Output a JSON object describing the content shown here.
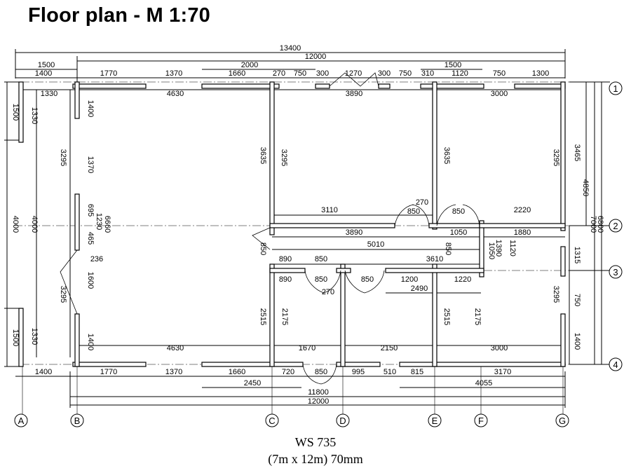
{
  "title": "Floor plan - M 1:70",
  "model": "WS 735",
  "model_spec": "(7m x 12m) 70mm",
  "axes_letters": [
    "A",
    "B",
    "C",
    "D",
    "E",
    "F",
    "G"
  ],
  "axes_numbers": [
    "1",
    "2",
    "3",
    "4"
  ],
  "dims_top": {
    "overall": "13400",
    "overall_inner": "12000",
    "left_1500": "1500",
    "mid_2000": "2000",
    "right_1500": "1500",
    "row": [
      "1400",
      "1770",
      "1370",
      "1660",
      "270",
      "750",
      "300",
      "1270",
      "300",
      "750",
      "310",
      "1120",
      "750",
      "1300"
    ],
    "inside": [
      "1330",
      "4630",
      "3890",
      "3000"
    ]
  },
  "dims_left": [
    "1500",
    "4000",
    "1500",
    "1330",
    "4000",
    "1330",
    "3295",
    "3295"
  ],
  "dims_right": [
    "3465",
    "4850",
    "7000",
    "6800",
    "1315",
    "750",
    "1400"
  ],
  "dims_mid": [
    "3110",
    "270",
    "850",
    "850",
    "2220",
    "3890",
    "1050",
    "1880",
    "5010",
    "850",
    "3610",
    "890",
    "850",
    "890",
    "850",
    "850",
    "1200",
    "1220",
    "270",
    "2490",
    "1390",
    "1050",
    "1120",
    "850"
  ],
  "dims_vertical_inner": [
    "1400",
    "1370",
    "695",
    "1230",
    "465",
    "6660",
    "236",
    "1600",
    "1400",
    "3295",
    "3295",
    "3635",
    "3295",
    "3635",
    "2515",
    "2175",
    "2515",
    "2175",
    "3295"
  ],
  "dims_bottom_inside": [
    "4630",
    "1670",
    "2150",
    "3000"
  ],
  "dims_bottom_row": [
    "1400",
    "1770",
    "1370",
    "1660",
    "720",
    "850",
    "995",
    "510",
    "815",
    "3170"
  ],
  "dims_bottom_sub": [
    "2450",
    "4055"
  ],
  "dims_bottom_total": [
    "11800",
    "12000"
  ]
}
